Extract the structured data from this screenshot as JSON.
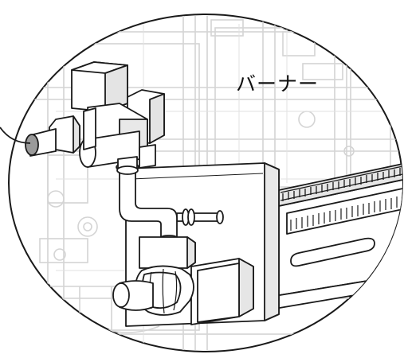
{
  "illustration": {
    "labels": {
      "burner": "バーナー"
    },
    "icons": [
      "callout-lens",
      "gas-valve-assembly",
      "burner-unit",
      "knob"
    ],
    "colors": {
      "line": "#1a1a1a",
      "background_lines": "#d8d8d8",
      "fill": "#ffffff",
      "accent_light": "#e0e0e0"
    }
  }
}
